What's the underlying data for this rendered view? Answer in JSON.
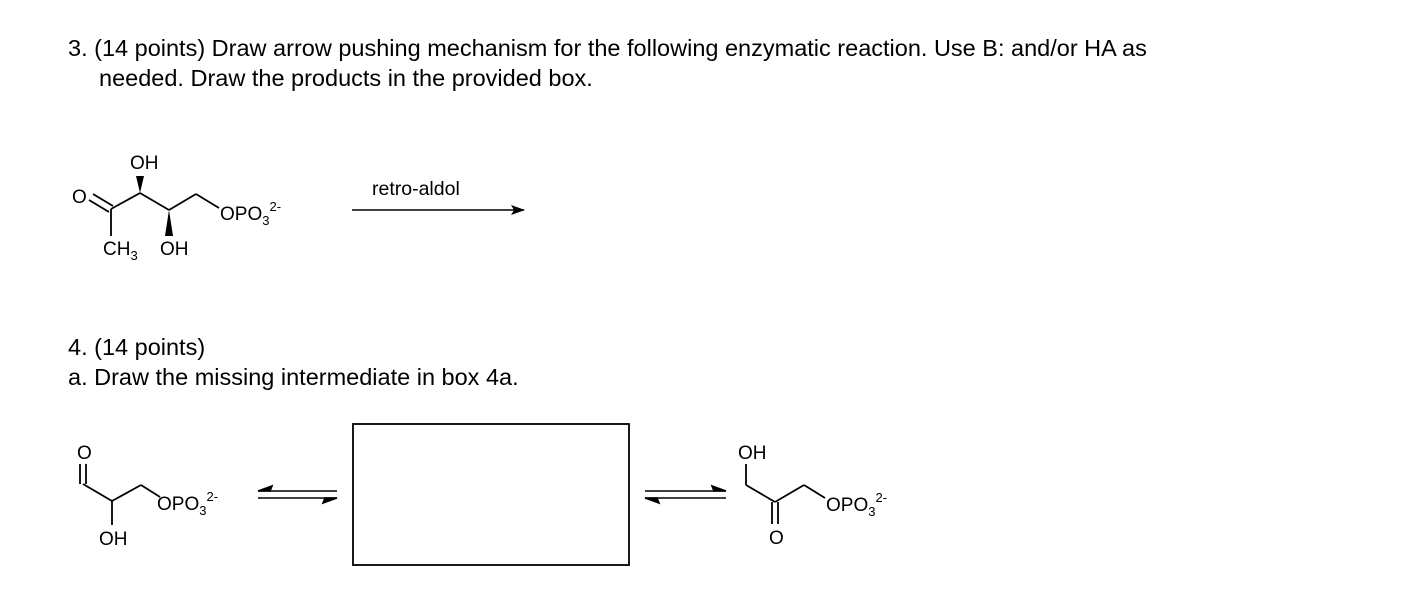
{
  "question3": {
    "line1": "3. (14  points) Draw arrow pushing mechanism for the following enzymatic reaction. Use B: and/or HA as",
    "line2": "needed. Draw the products in the provided box.",
    "molecule_labels": {
      "oh_top": "OH",
      "o": "O",
      "ch3": "CH",
      "ch3_sub": "3",
      "oh_bottom": "OH",
      "opo": "OPO",
      "opo_sub": "3",
      "opo_sup": "2-"
    },
    "arrow_label": "retro-aldol"
  },
  "question4": {
    "line1": "4. (14 points)",
    "line2": "a. Draw the missing intermediate in box 4a.",
    "left_molecule": {
      "o": "O",
      "oh": "OH",
      "opo": "OPO",
      "opo_sub": "3",
      "opo_sup": "2-"
    },
    "right_molecule": {
      "oh": "OH",
      "o": "O",
      "opo": "OPO",
      "opo_sub": "3",
      "opo_sup": "2-"
    }
  }
}
